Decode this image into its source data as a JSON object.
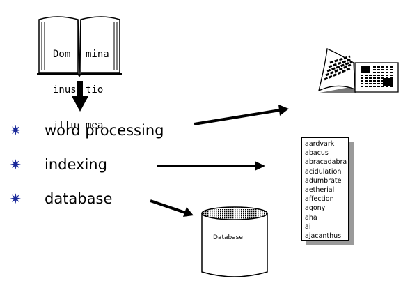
{
  "book": {
    "left_page_lines": [
      "Dom",
      "inus",
      "illu"
    ],
    "right_page_lines": [
      "mina",
      "tio",
      "mea"
    ]
  },
  "bullets": [
    {
      "label": "word processing"
    },
    {
      "label": "indexing"
    },
    {
      "label": "database"
    }
  ],
  "word_list": [
    "aardvark",
    "abacus",
    "abracadabra",
    "acidulation",
    "adumbrate",
    "aetherial",
    "affection",
    "agony",
    "aha",
    "ai",
    "ajacanthus"
  ],
  "database": {
    "label": "Database"
  },
  "colors": {
    "bullet": "#1b2a9a",
    "shadow": "#9a9a9a"
  }
}
